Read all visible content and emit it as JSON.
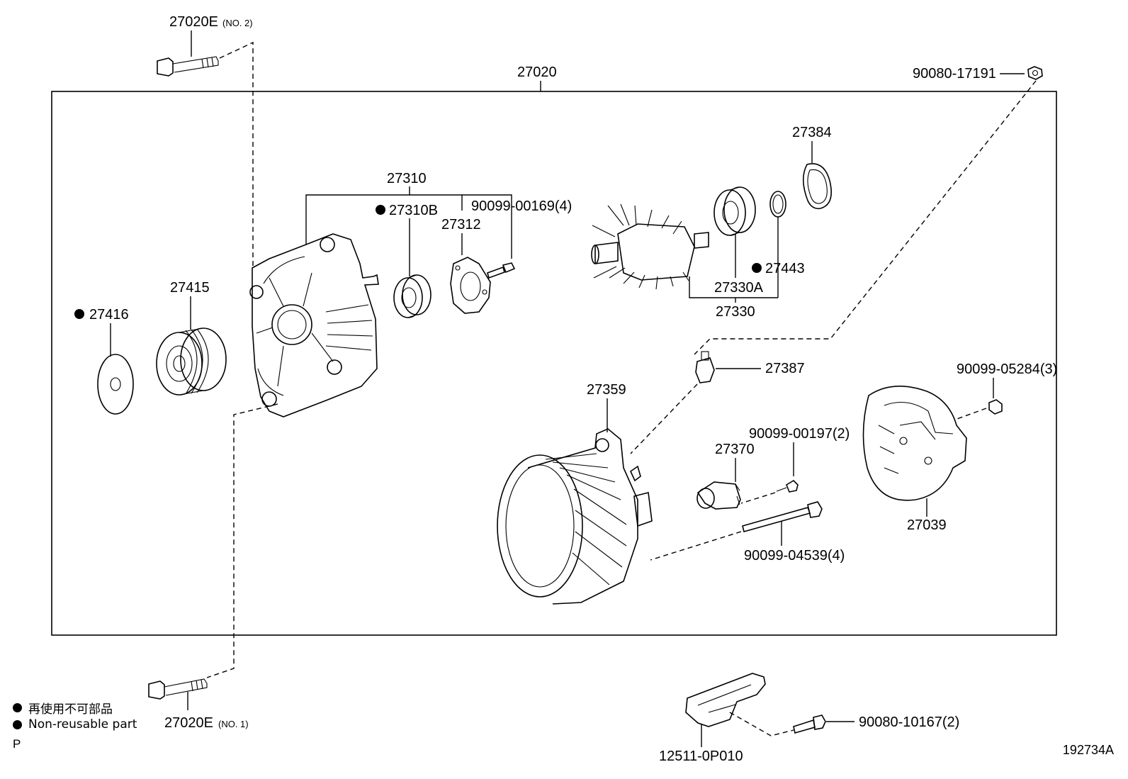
{
  "parts": {
    "p27020": "27020",
    "p27020E_no2": "27020E",
    "p27020E_no2_note": "(NO. 2)",
    "p27020E_no1": "27020E",
    "p27020E_no1_note": "(NO. 1)",
    "p90080_17191": "90080-17191",
    "p27384": "27384",
    "p27310": "27310",
    "p27310B": "27310B",
    "p27312": "27312",
    "p90099_00169": "90099-00169(4)",
    "p27443": "27443",
    "p27330A": "27330A",
    "p27330": "27330",
    "p27415": "27415",
    "p27416": "27416",
    "p27387": "27387",
    "p27359": "27359",
    "p90099_05284": "90099-05284(3)",
    "p90099_00197": "90099-00197(2)",
    "p27370": "27370",
    "p27039": "27039",
    "p90099_04539": "90099-04539(4)",
    "p90080_10167": "90080-10167(2)",
    "p12511_0P010": "12511-0P010"
  },
  "legend": {
    "jp": "再使用不可部品",
    "en": "Non-reusable part",
    "page_letter": "P"
  },
  "diagram_number": "192734A",
  "colors": {
    "ink": "#000000",
    "background": "#ffffff"
  }
}
